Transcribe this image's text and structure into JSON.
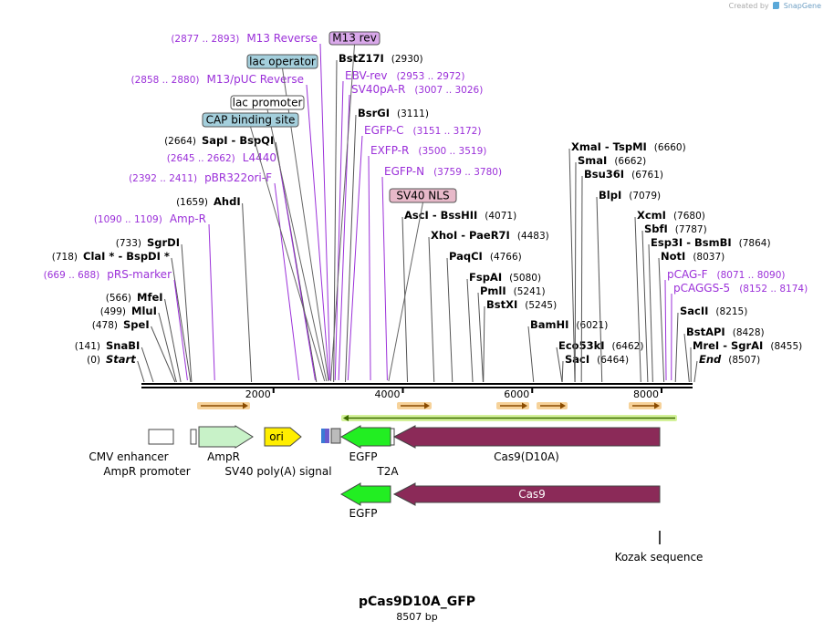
{
  "watermark": {
    "prefix": "Created by",
    "brand": "SnapGene"
  },
  "plasmid": {
    "name": "pCas9D10A_GFP",
    "length_label": "8507 bp"
  },
  "colors": {
    "enzyme": "#000000",
    "primer": "#9b30d9",
    "lac_box": "#a4cfdc",
    "m13rev_box": "#d9a8ea",
    "sv40nls_box": "#e7b9c9",
    "cas9": "#8b2a58",
    "egfp": "#22ee22",
    "ampr": "#c8f2c8",
    "ori": "#ffee00",
    "orf_arrow": "#e8a93a",
    "orf_long": "#9ad43a"
  },
  "axis": {
    "ticks": [
      {
        "pos": 2000,
        "label": "2000"
      },
      {
        "pos": 4000,
        "label": "4000"
      },
      {
        "pos": 6000,
        "label": "6000"
      },
      {
        "pos": 8000,
        "label": "8000"
      }
    ]
  },
  "enzymes": [
    {
      "name": "Start",
      "num": "(0)",
      "pos": 0,
      "style": "italic"
    },
    {
      "name": "SnaBI",
      "num": "(141)",
      "pos": 141
    },
    {
      "name": "SpeI",
      "num": "(478)",
      "pos": 478
    },
    {
      "name": "MluI",
      "num": "(499)",
      "pos": 499
    },
    {
      "name": "MfeI",
      "num": "(566)",
      "pos": 566
    },
    {
      "name": "ClaI * - BspDI *",
      "num": "(718)",
      "pos": 718
    },
    {
      "name": "SgrDI",
      "num": "(733)",
      "pos": 733
    },
    {
      "name": "AhdI",
      "num": "(1659)",
      "pos": 1659
    },
    {
      "name": "SapI - BspQI",
      "num": "(2664)",
      "pos": 2664
    },
    {
      "name": "BstZ17I",
      "num": "(2930)",
      "pos": 2930,
      "num_after": true
    },
    {
      "name": "BsrGI",
      "num": "(3111)",
      "pos": 3111,
      "num_after": true
    },
    {
      "name": "AscI - BssHII",
      "num": "(4071)",
      "pos": 4071,
      "num_after": true
    },
    {
      "name": "XhoI - PaeR7I",
      "num": "(4483)",
      "pos": 4483,
      "num_after": true
    },
    {
      "name": "PaqCI",
      "num": "(4766)",
      "pos": 4766,
      "num_after": true
    },
    {
      "name": "FspAI",
      "num": "(5080)",
      "pos": 5080,
      "num_after": true
    },
    {
      "name": "PmlI",
      "num": "(5241)",
      "pos": 5241,
      "num_after": true
    },
    {
      "name": "BstXI",
      "num": "(5245)",
      "pos": 5245,
      "num_after": true
    },
    {
      "name": "BamHI",
      "num": "(6021)",
      "pos": 6021,
      "num_after": true
    },
    {
      "name": "Eco53kI",
      "num": "(6462)",
      "pos": 6462,
      "num_after": true
    },
    {
      "name": "SacI",
      "num": "(6464)",
      "pos": 6464,
      "num_after": true
    },
    {
      "name": "XmaI - TspMI",
      "num": "(6660)",
      "pos": 6660,
      "num_after": true
    },
    {
      "name": "SmaI",
      "num": "(6662)",
      "pos": 6662,
      "num_after": true
    },
    {
      "name": "Bsu36I",
      "num": "(6761)",
      "pos": 6761,
      "num_after": true
    },
    {
      "name": "BlpI",
      "num": "(7079)",
      "pos": 7079,
      "num_after": true
    },
    {
      "name": "XcmI",
      "num": "(7680)",
      "pos": 7680,
      "num_after": true
    },
    {
      "name": "SbfI",
      "num": "(7787)",
      "pos": 7787,
      "num_after": true
    },
    {
      "name": "Esp3I - BsmBI",
      "num": "(7864)",
      "pos": 7864,
      "num_after": true
    },
    {
      "name": "NotI",
      "num": "(8037)",
      "pos": 8037,
      "num_after": true
    },
    {
      "name": "SacII",
      "num": "(8215)",
      "pos": 8215,
      "num_after": true
    },
    {
      "name": "BstAPI",
      "num": "(8428)",
      "pos": 8428,
      "num_after": true
    },
    {
      "name": "MreI - SgrAI",
      "num": "(8455)",
      "pos": 8455,
      "num_after": true
    },
    {
      "name": "End",
      "num": "(8507)",
      "pos": 8507,
      "num_after": true,
      "style": "italic"
    }
  ],
  "primers": [
    {
      "name": "M13 Reverse",
      "range": "(2877 .. 2893)"
    },
    {
      "name": "M13/pUC Reverse",
      "range": "(2858 .. 2880)"
    },
    {
      "name": "L4440",
      "range": "(2645 .. 2662)"
    },
    {
      "name": "pBR322ori-F",
      "range": "(2392 .. 2411)"
    },
    {
      "name": "Amp-R",
      "range": "(1090 .. 1109)"
    },
    {
      "name": "pRS-marker",
      "range": "(669 .. 688)"
    },
    {
      "name": "EBV-rev",
      "range": "(2953 .. 2972)"
    },
    {
      "name": "SV40pA-R",
      "range": "(3007 .. 3026)"
    },
    {
      "name": "EGFP-C",
      "range": "(3151 .. 3172)"
    },
    {
      "name": "EXFP-R",
      "range": "(3500 .. 3519)"
    },
    {
      "name": "EGFP-N",
      "range": "(3759 .. 3780)"
    },
    {
      "name": "pCAG-F",
      "range": "(8071 .. 8090)"
    },
    {
      "name": "pCAGGS-5",
      "range": "(8152 .. 8174)"
    }
  ],
  "boxed_labels": [
    {
      "name": "M13 rev"
    },
    {
      "name": "lac operator"
    },
    {
      "name": "lac promoter"
    },
    {
      "name": "CAP binding site"
    },
    {
      "name": "SV40 NLS"
    }
  ],
  "features": [
    {
      "name": "CMV enhancer"
    },
    {
      "name": "AmpR promoter"
    },
    {
      "name": "AmpR"
    },
    {
      "name": "ori"
    },
    {
      "name": "SV40 poly(A) signal"
    },
    {
      "name": "EGFP"
    },
    {
      "name": "T2A"
    },
    {
      "name": "Cas9(D10A)"
    },
    {
      "name": "Cas9"
    },
    {
      "name": "EGFP"
    },
    {
      "name": "Kozak sequence"
    }
  ]
}
